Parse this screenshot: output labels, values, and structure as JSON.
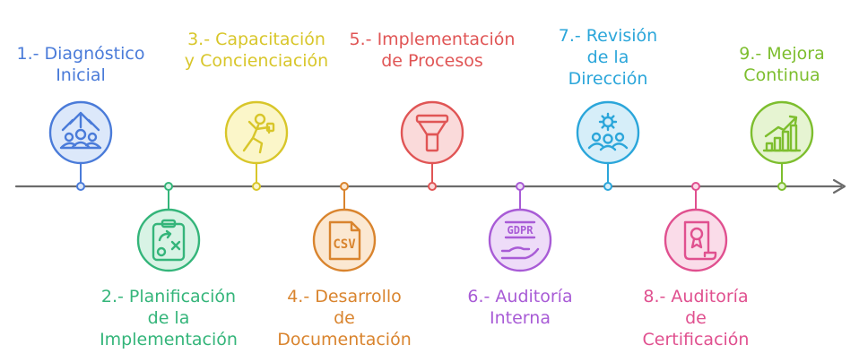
{
  "steps": [
    {
      "id": 1,
      "lines": [
        "1.- Diagnóstico",
        "Inicial"
      ],
      "color": "#4A7BD9",
      "fill": "#DCE8FA",
      "icon": "growth-team-icon",
      "position": "top"
    },
    {
      "id": 2,
      "lines": [
        "2.- Planificación",
        "de la",
        "Implementación"
      ],
      "color": "#34B57A",
      "fill": "#D8F3E5",
      "icon": "strategy-clipboard-icon",
      "position": "bottom"
    },
    {
      "id": 3,
      "lines": [
        "3.- Capacitación",
        "y Concienciación"
      ],
      "color": "#D8C62A",
      "fill": "#FBF6C9",
      "icon": "person-training-icon",
      "position": "top"
    },
    {
      "id": 4,
      "lines": [
        "4.- Desarrollo",
        "de",
        "Documentación"
      ],
      "color": "#D9842E",
      "fill": "#FBE8D2",
      "icon": "csv-file-icon",
      "position": "bottom"
    },
    {
      "id": 5,
      "lines": [
        "5.- Implementación",
        "de Procesos"
      ],
      "color": "#E05555",
      "fill": "#FADADA",
      "icon": "funnel-icon",
      "position": "top"
    },
    {
      "id": 6,
      "lines": [
        "6.- Auditoría",
        "Interna"
      ],
      "color": "#A85BD6",
      "fill": "#EEDCF8",
      "icon": "gdpr-hand-icon",
      "position": "bottom"
    },
    {
      "id": 7,
      "lines": [
        "7.- Revisión",
        "de la",
        "Dirección"
      ],
      "color": "#2BA6DA",
      "fill": "#D6EEF9",
      "icon": "team-gear-icon",
      "position": "top"
    },
    {
      "id": 8,
      "lines": [
        "8.- Auditoría",
        "de",
        "Certificación"
      ],
      "color": "#E0508F",
      "fill": "#FADCE9",
      "icon": "certificate-scroll-icon",
      "position": "bottom"
    },
    {
      "id": 9,
      "lines": [
        "9.- Mejora",
        "Continua"
      ],
      "color": "#7DBE2E",
      "fill": "#E6F4D2",
      "icon": "bar-growth-icon",
      "position": "top"
    }
  ]
}
